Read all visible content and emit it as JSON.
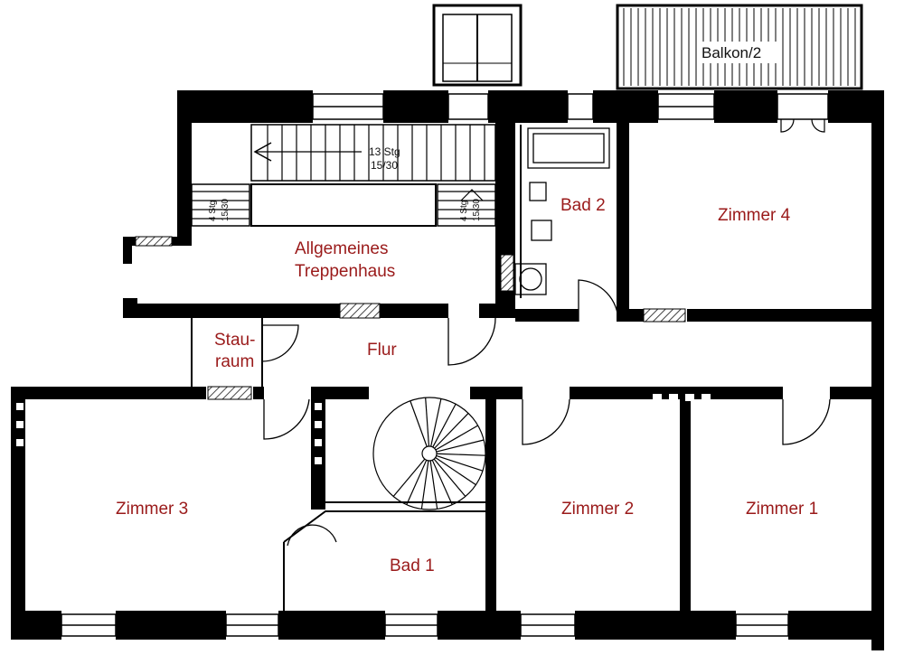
{
  "plan": {
    "label_color": "#9a1a1a",
    "wall_color": "#000000",
    "rooms": {
      "balkon": "Balkon/2",
      "treppenhaus_line1": "Allgemeines",
      "treppenhaus_line2": "Treppenhaus",
      "bad2": "Bad 2",
      "zimmer4": "Zimmer 4",
      "stauraum_line1": "Stau-",
      "stauraum_line2": "raum",
      "flur": "Flur",
      "zimmer3": "Zimmer 3",
      "bad1": "Bad 1",
      "zimmer2": "Zimmer 2",
      "zimmer1": "Zimmer 1"
    },
    "stair_notes": {
      "main_steps": "13 Stg",
      "main_ratio": "15/30",
      "left_steps": "4 Stg",
      "left_ratio": "15/30",
      "right_steps": "4 Stg",
      "right_ratio": "15/30"
    }
  }
}
